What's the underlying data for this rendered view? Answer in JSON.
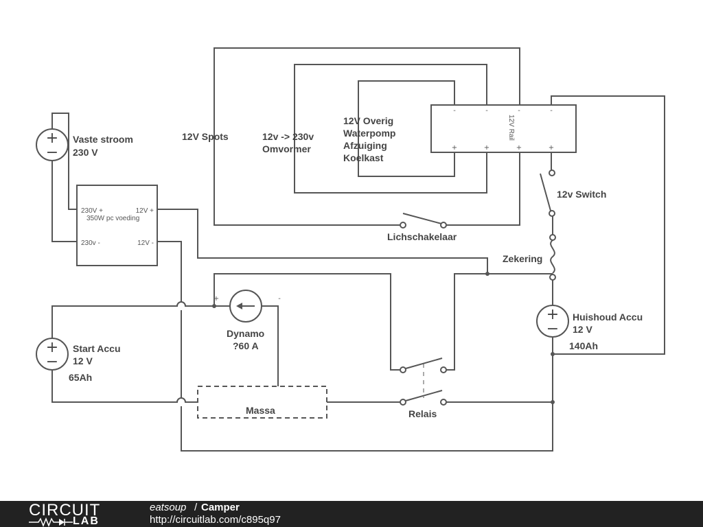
{
  "labels": {
    "vaste_stroom": "Vaste stroom",
    "vaste_stroom_v": "230 V",
    "voeding_in_plus": "230V +",
    "voeding_out_plus": "12V +",
    "voeding_name": "350W pc voeding",
    "voeding_in_minus": "230v -",
    "voeding_out_minus": "12V -",
    "spots": "12V Spots",
    "omvormer_1": "12v -> 230v",
    "omvormer_2": "Omvormer",
    "overig_1": "12V Overig",
    "overig_2": "Waterpomp",
    "overig_3": "Afzuiging",
    "overig_4": "Koelkast",
    "rail": "12V Rail",
    "switch_12v": "12v Switch",
    "lichtschakelaar": "Lichschakelaar",
    "zekering": "Zekering",
    "huishoud_1": "Huishoud Accu",
    "huishoud_2": "12 V",
    "huishoud_3": "140Ah",
    "start_1": "Start Accu",
    "start_2": "12 V",
    "start_3": "65Ah",
    "dynamo_plus": "+",
    "dynamo_minus": "-",
    "dynamo_1": "Dynamo",
    "dynamo_2": "?60 A",
    "massa": "Massa",
    "relais": "Relais",
    "rail_minus": "-",
    "rail_plus": "+",
    "plus": "+",
    "minus": "−"
  },
  "footer": {
    "logo_top": "CIRCUIT",
    "logo_bottom": "LAB",
    "user": "eatsoup",
    "separator": "/",
    "title": "Camper",
    "url": "http://circuitlab.com/c895q97"
  }
}
